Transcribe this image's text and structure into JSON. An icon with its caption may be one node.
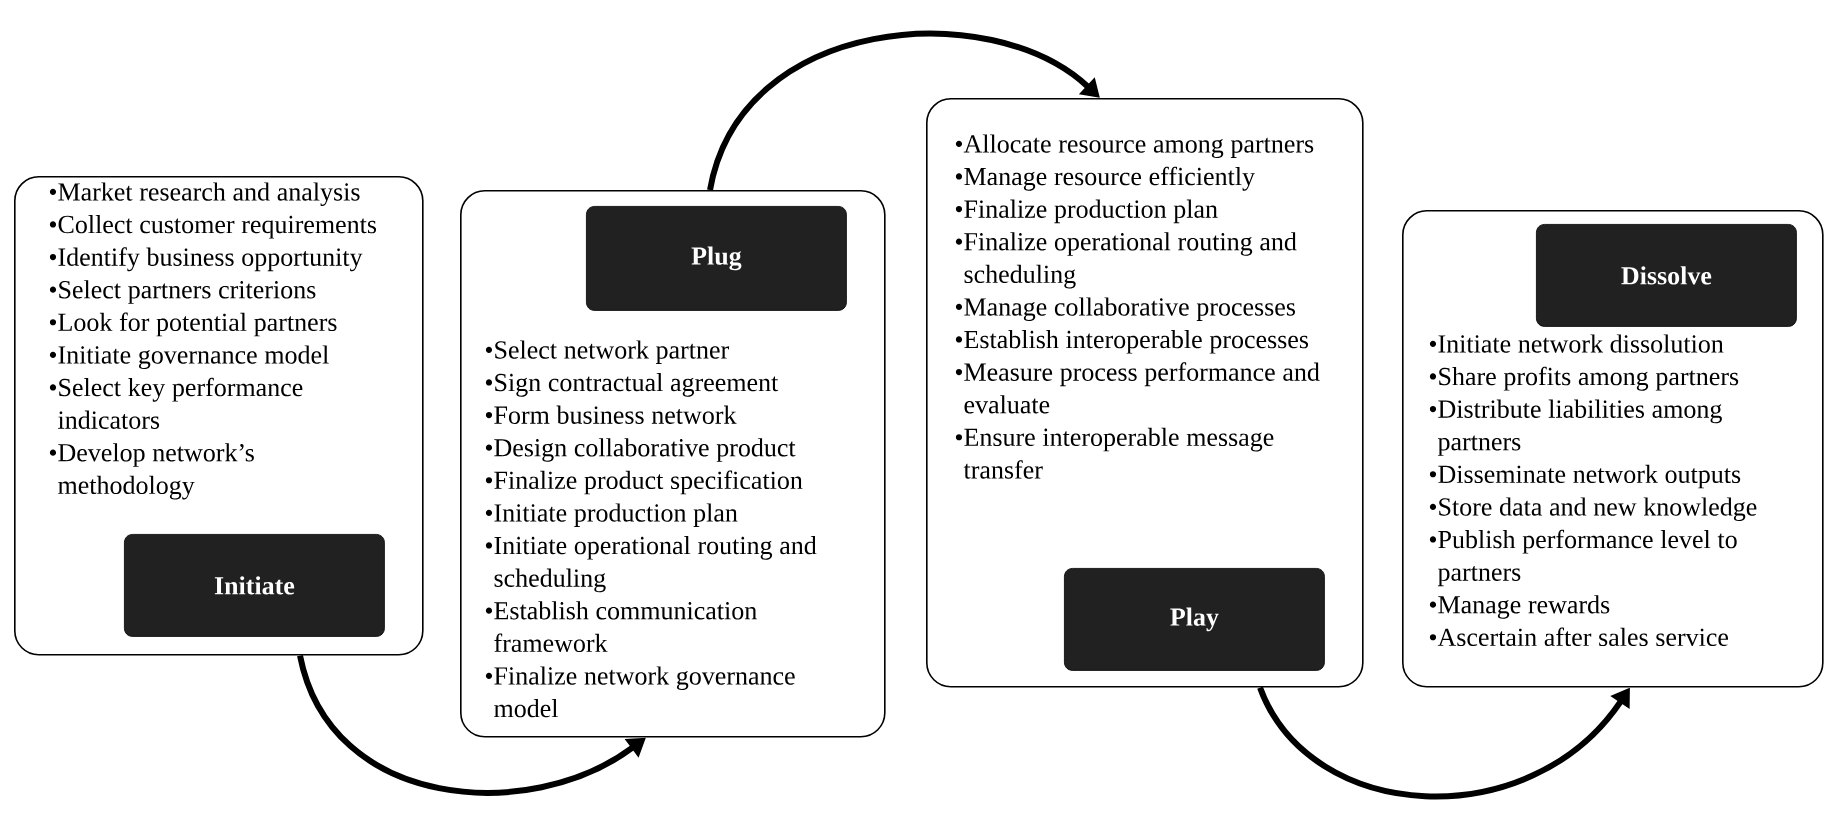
{
  "diagram": {
    "nodes": [
      {
        "text": [
          "•Market research and analysis",
          "•Collect customer requirements",
          "•Identify business opportunity",
          "•Select partners criterions",
          "•Look for potential partners",
          "•Initiate governance model",
          "•Select key performance indicators",
          "•Develop network’s methodology"
        ]
      },
      {
        "text": [
          "Initiate"
        ],
        "in": 0
      },
      {
        "text": [
          "•Select network partner",
          "•Sign contractual agreement",
          "•Form business network",
          "•Design collaborative product",
          "•Finalize product specification",
          "•Initiate production plan",
          "•Initiate operational routing and scheduling",
          "•Establish communication framework",
          "•Finalize network governance model"
        ]
      },
      {
        "text": [
          "Plug"
        ],
        "in": 2
      },
      {
        "text": [
          "•Allocate resource among partners",
          "•Manage resource efficiently",
          "•Finalize production plan",
          "•Finalize operational routing and scheduling",
          "•Manage collaborative processes",
          "•Establish interoperable processes",
          "•Measure process performance and evaluate",
          "•Ensure interoperable message transfer"
        ]
      },
      {
        "text": [
          "Play"
        ],
        "in": 4
      },
      {
        "text": [
          "•Initiate network dissolution",
          "•Share profits among partners",
          "•Distribute liabilities among partners",
          "•Disseminate network outputs",
          "•Store data and new knowledge",
          "•Publish performance level to partners",
          "•Manage rewards",
          "•Ascertain after sales service"
        ]
      },
      {
        "text": [
          "Dissolve"
        ],
        "in": 6
      }
    ],
    "edges": [
      {
        "from": 0,
        "to": 2,
        "arrow": "to"
      },
      {
        "from": 2,
        "to": 4,
        "arrow": "to"
      },
      {
        "from": 4,
        "to": 6,
        "arrow": "to"
      }
    ]
  }
}
